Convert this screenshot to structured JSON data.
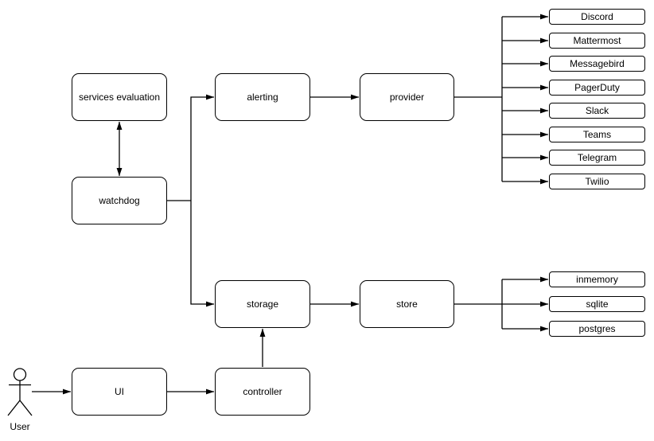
{
  "colors": {
    "background": "#ffffff",
    "stroke": "#000000",
    "node_fill": "#ffffff",
    "text": "#000000"
  },
  "nodes": {
    "services_evaluation": "services evaluation",
    "watchdog": "watchdog",
    "alerting": "alerting",
    "provider": "provider",
    "storage": "storage",
    "store": "store",
    "ui": "UI",
    "controller": "controller"
  },
  "actor": {
    "label": "User"
  },
  "providers": {
    "items": [
      "Discord",
      "Mattermost",
      "Messagebird",
      "PagerDuty",
      "Slack",
      "Teams",
      "Telegram",
      "Twilio"
    ]
  },
  "stores": {
    "items": [
      "inmemory",
      "sqlite",
      "postgres"
    ]
  }
}
